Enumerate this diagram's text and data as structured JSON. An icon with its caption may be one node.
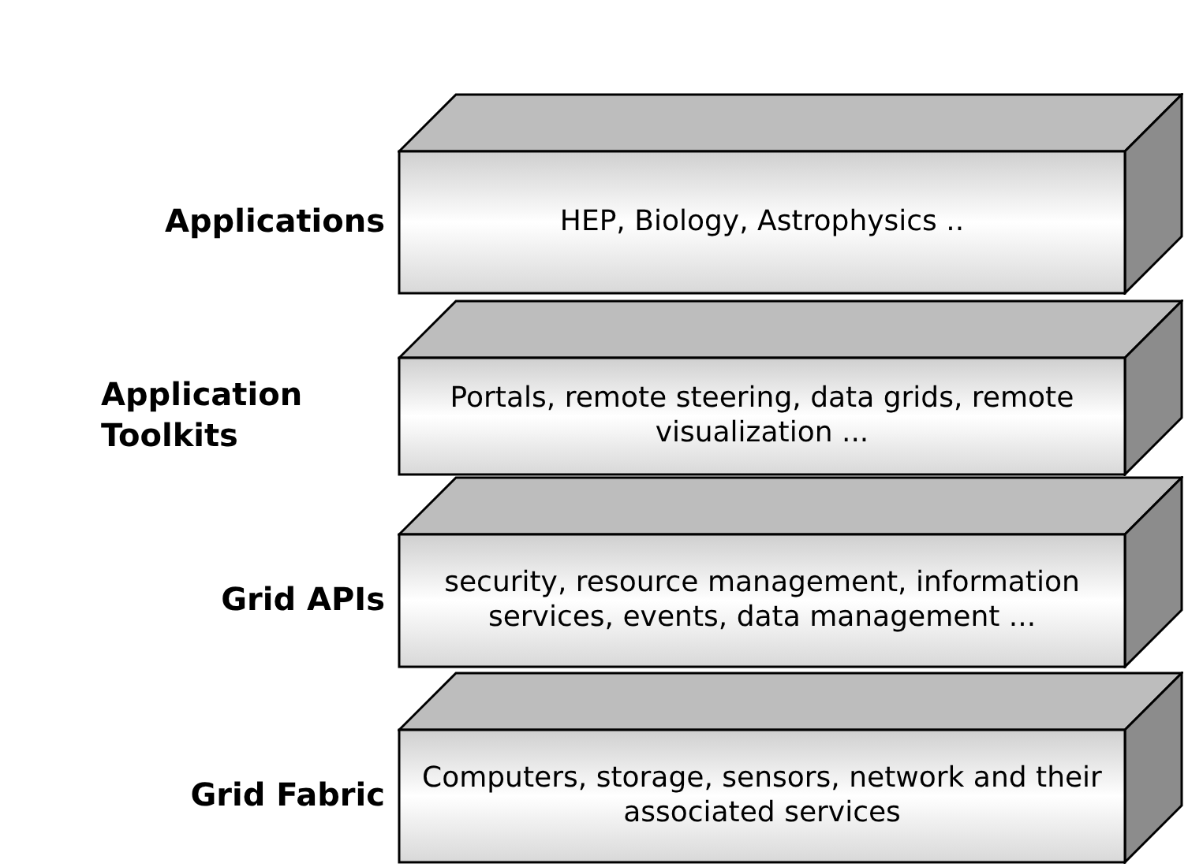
{
  "diagram": {
    "nodes": [
      {
        "text": [
          "HEP, Biology, Astrophysics .."
        ],
        "beside": [
          "Applications"
        ]
      },
      {
        "text": [
          "Portals, remote steering, data grids, remote visualization ..."
        ],
        "beside": [
          "Application Toolkits"
        ]
      },
      {
        "text": [
          "security, resource management, information services, events, data management ..."
        ],
        "beside": [
          "Grid APIs"
        ]
      },
      {
        "text": [
          "Computers, storage, sensors, network and their associated services"
        ],
        "beside": [
          "Grid Fabric"
        ]
      }
    ]
  }
}
